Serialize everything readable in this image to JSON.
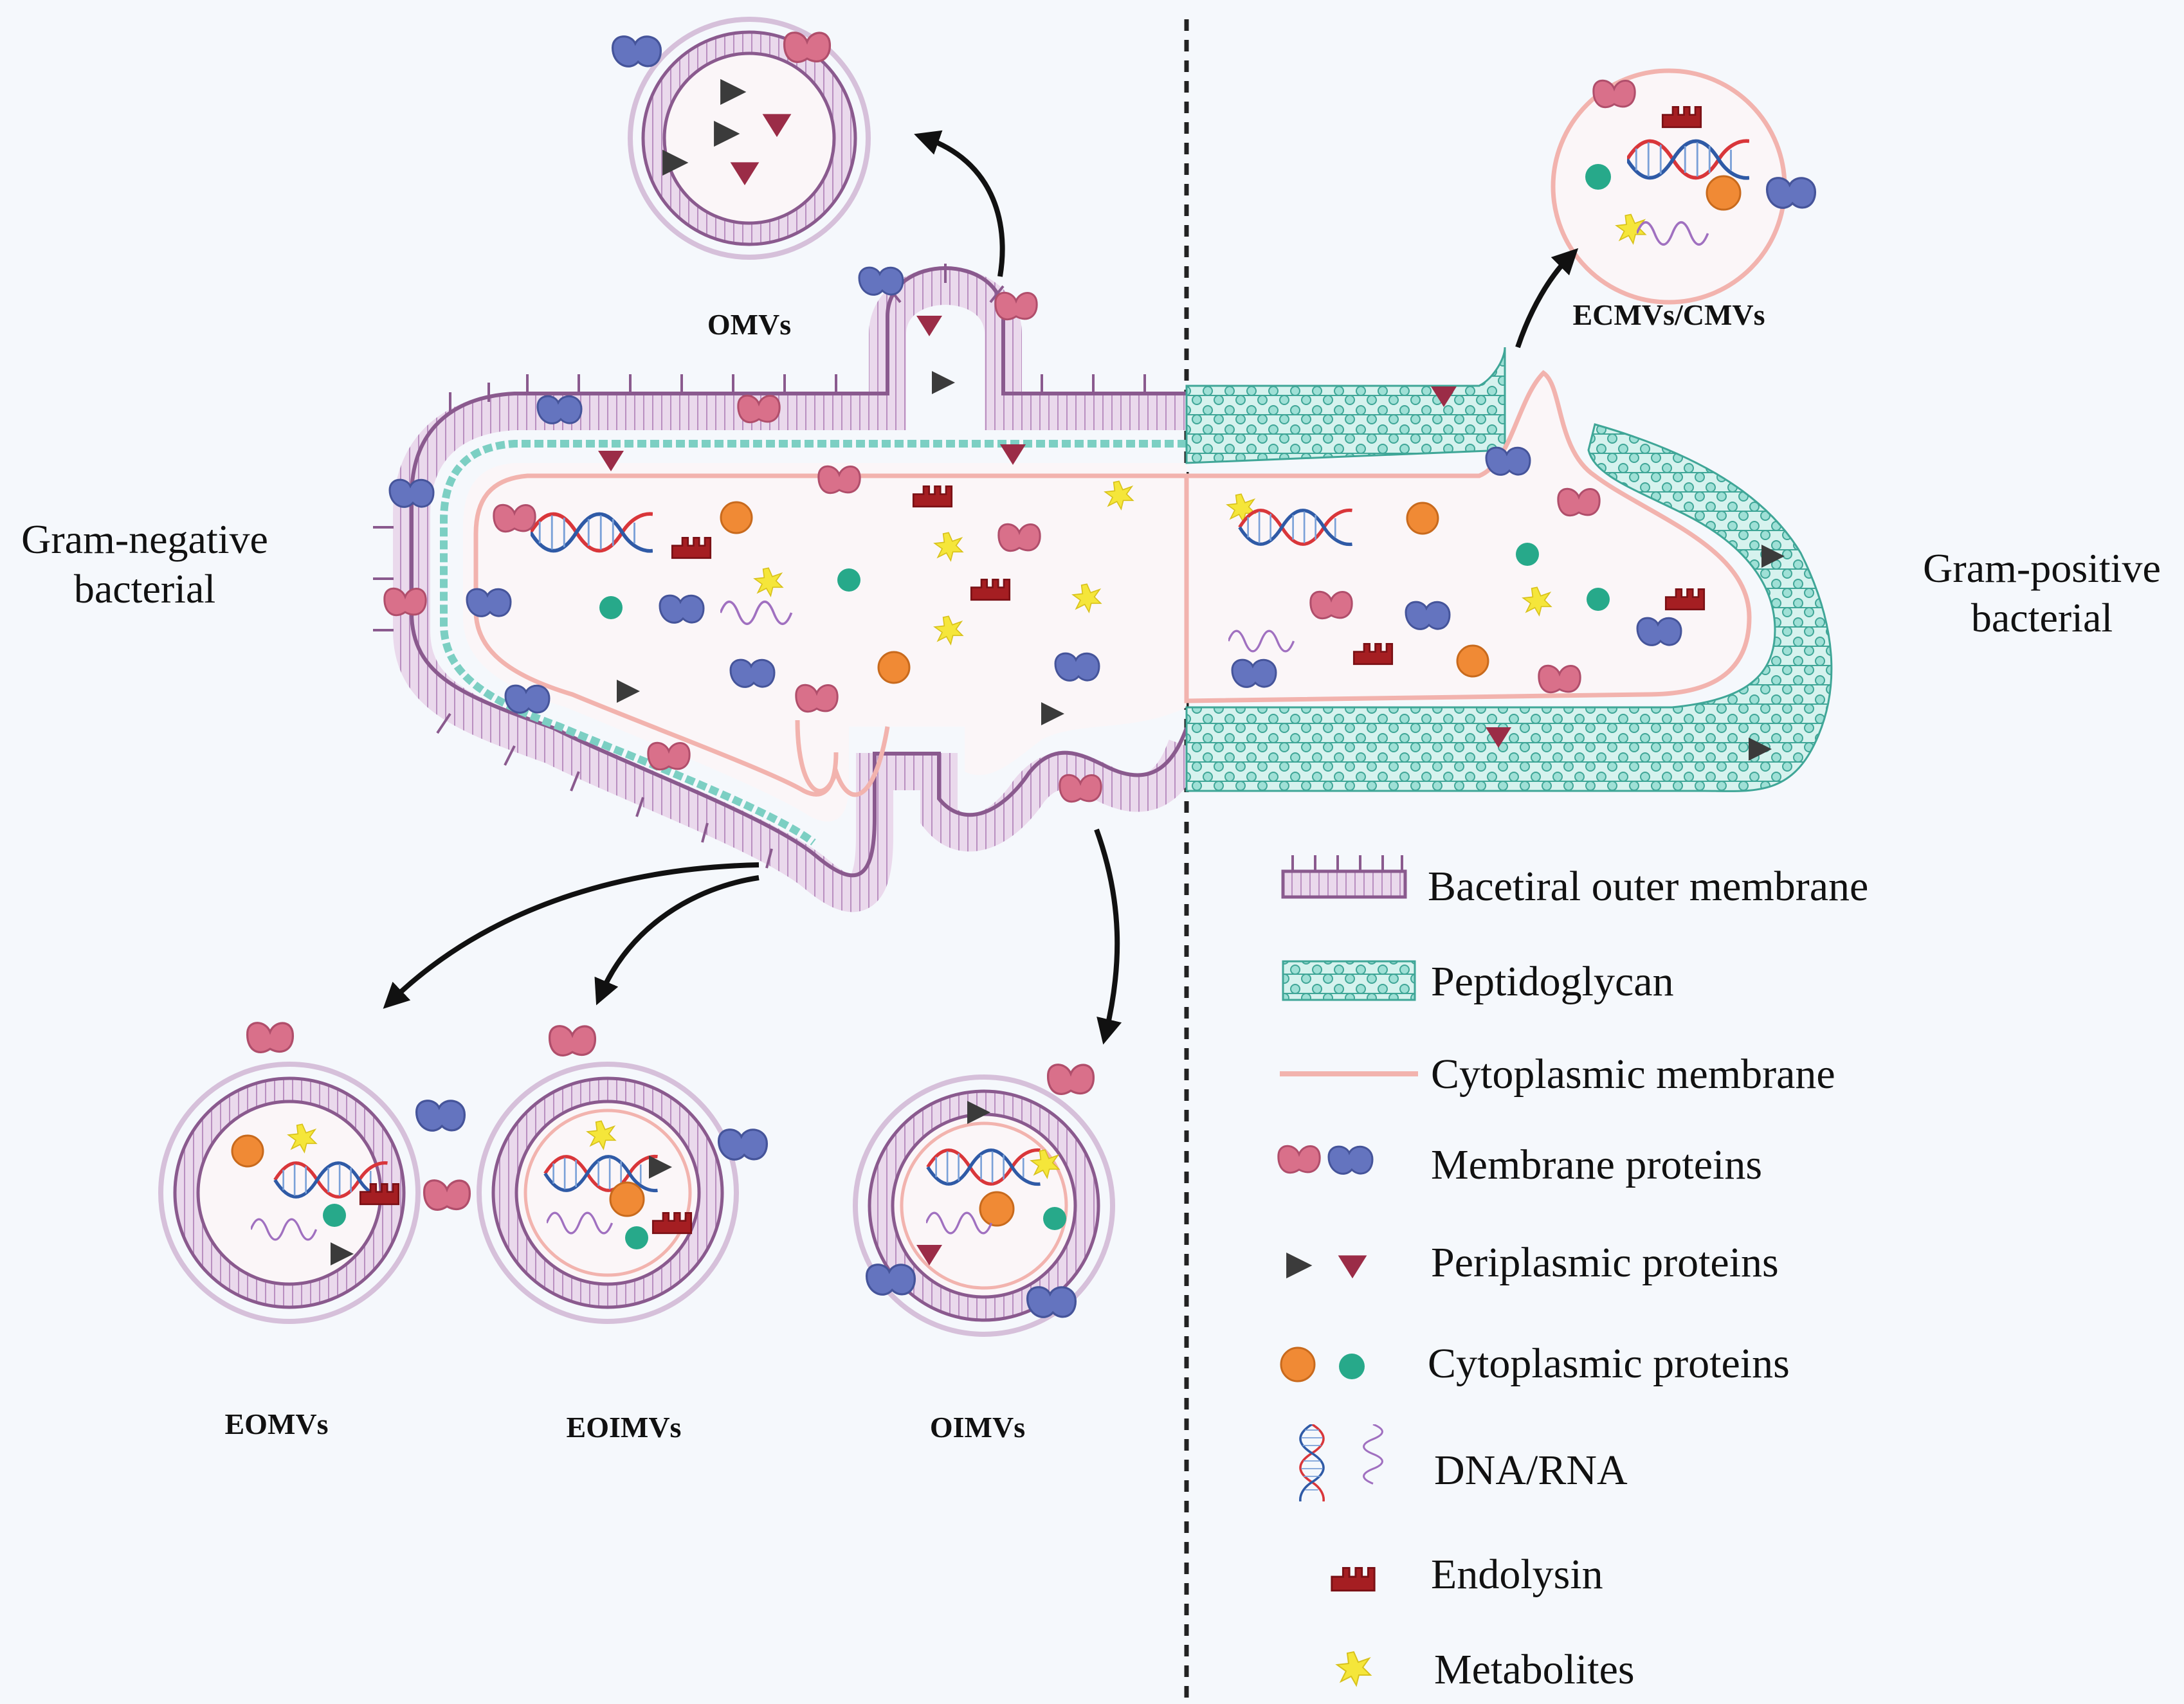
{
  "labels": {
    "gram_negative": [
      "Gram-negative",
      "bacterial"
    ],
    "gram_positive": [
      "Gram-positive",
      "bacterial"
    ],
    "omvs": "OMVs",
    "ecmvs": "ECMVs/CMVs",
    "eomvs": "EOMVs",
    "eoimvs": "EOIMVs",
    "oimvs": "OIMVs"
  },
  "legend": [
    {
      "key": "outer_membrane",
      "label": "Bacetiral outer membrane",
      "icon": "outer-membrane-icon"
    },
    {
      "key": "peptidoglycan",
      "label": "Peptidoglycan",
      "icon": "peptidoglycan-icon"
    },
    {
      "key": "cytoplasmic_membrane",
      "label": "Cytoplasmic membrane",
      "icon": "cytoplasmic-membrane-icon"
    },
    {
      "key": "membrane_proteins",
      "label": "Membrane proteins",
      "icon": "membrane-protein-icon"
    },
    {
      "key": "periplasmic_proteins",
      "label": "Periplasmic proteins",
      "icon": "periplasmic-protein-icon"
    },
    {
      "key": "cytoplasmic_proteins",
      "label": "Cytoplasmic proteins",
      "icon": "cytoplasmic-protein-icon"
    },
    {
      "key": "dna_rna",
      "label": "DNA/RNA",
      "icon": "dna-rna-icon"
    },
    {
      "key": "endolysin",
      "label": "Endolysin",
      "icon": "endolysin-icon"
    },
    {
      "key": "metabolites",
      "label": "Metabolites",
      "icon": "metabolite-icon"
    }
  ],
  "colors": {
    "background": "#f5f8fc",
    "outer_membrane": "#8a5a8e",
    "outer_membrane_fill": "#e9dcec",
    "peptidoglycan": "#5fc9bb",
    "cytoplasmic_membrane": "#f2b3ae",
    "membrane_protein_pink": "#d9708a",
    "membrane_protein_blue": "#6474bf",
    "periplasmic_dark": "#3b3b3b",
    "periplasmic_red": "#9b2c47",
    "cytoplasmic_orange": "#f08a35",
    "cytoplasmic_teal": "#27a98a",
    "dna_red": "#d9363a",
    "dna_blue": "#2f5aa6",
    "rna_purple": "#a070c0",
    "endolysin": "#a51e22",
    "metabolite": "#f5e63a"
  }
}
